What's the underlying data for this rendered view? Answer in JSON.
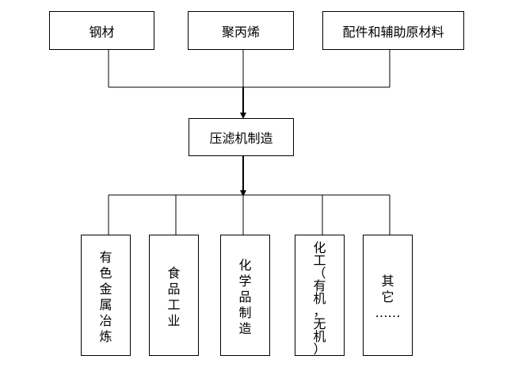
{
  "inputs": [
    "钢材",
    "聚丙烯",
    "配件和辅助原材料"
  ],
  "process": "压滤机制造",
  "applications": [
    "有色金属冶炼",
    "食品工业",
    "化学品制造",
    "化工（有机，无机）",
    "其它……"
  ]
}
